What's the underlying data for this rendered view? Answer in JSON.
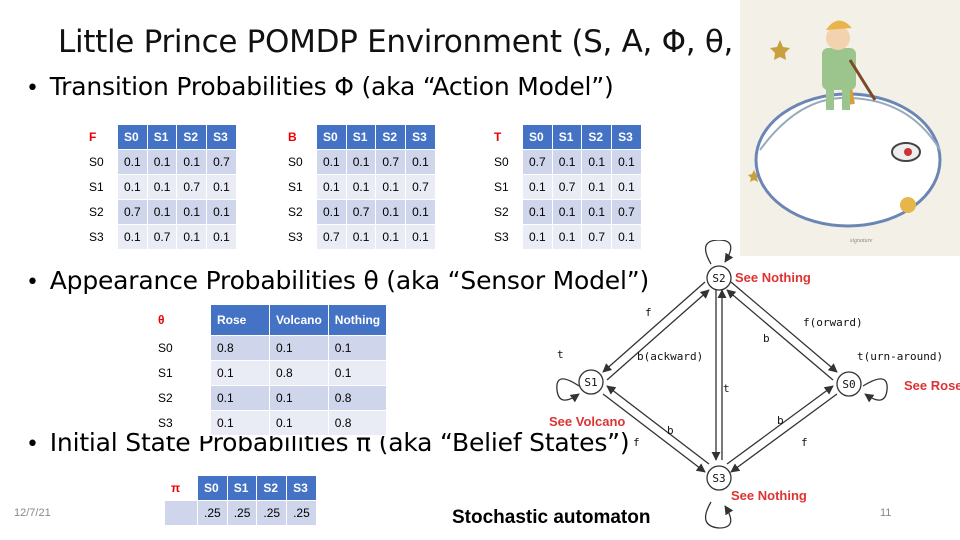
{
  "title": "Little Prince POMDP Environment (S, A, Φ, θ, π)",
  "bullets": {
    "transition": "Transition Probabilities Φ (aka “Action Model”)",
    "appearance": "Appearance Probabilities θ (aka “Sensor Model”)",
    "initial": "Initial State Probabilities π (aka “Belief States”)"
  },
  "tables": {
    "F": {
      "corner": "F",
      "cols": [
        "S0",
        "S1",
        "S2",
        "S3"
      ],
      "rows": [
        {
          "label": "S0",
          "vals": [
            "0.1",
            "0.1",
            "0.1",
            "0.7"
          ]
        },
        {
          "label": "S1",
          "vals": [
            "0.1",
            "0.1",
            "0.7",
            "0.1"
          ]
        },
        {
          "label": "S2",
          "vals": [
            "0.7",
            "0.1",
            "0.1",
            "0.1"
          ]
        },
        {
          "label": "S3",
          "vals": [
            "0.1",
            "0.7",
            "0.1",
            "0.1"
          ]
        }
      ]
    },
    "B": {
      "corner": "B",
      "cols": [
        "S0",
        "S1",
        "S2",
        "S3"
      ],
      "rows": [
        {
          "label": "S0",
          "vals": [
            "0.1",
            "0.1",
            "0.7",
            "0.1"
          ]
        },
        {
          "label": "S1",
          "vals": [
            "0.1",
            "0.1",
            "0.1",
            "0.7"
          ]
        },
        {
          "label": "S2",
          "vals": [
            "0.1",
            "0.7",
            "0.1",
            "0.1"
          ]
        },
        {
          "label": "S3",
          "vals": [
            "0.7",
            "0.1",
            "0.1",
            "0.1"
          ]
        }
      ]
    },
    "T": {
      "corner": "T",
      "cols": [
        "S0",
        "S1",
        "S2",
        "S3"
      ],
      "rows": [
        {
          "label": "S0",
          "vals": [
            "0.7",
            "0.1",
            "0.1",
            "0.1"
          ]
        },
        {
          "label": "S1",
          "vals": [
            "0.1",
            "0.7",
            "0.1",
            "0.1"
          ]
        },
        {
          "label": "S2",
          "vals": [
            "0.1",
            "0.1",
            "0.1",
            "0.7"
          ]
        },
        {
          "label": "S3",
          "vals": [
            "0.1",
            "0.1",
            "0.7",
            "0.1"
          ]
        }
      ]
    },
    "theta": {
      "corner": "θ",
      "cols": [
        "Rose",
        "Volcano",
        "Nothing"
      ],
      "rows": [
        {
          "label": "S0",
          "vals": [
            "0.8",
            "0.1",
            "0.1"
          ]
        },
        {
          "label": "S1",
          "vals": [
            "0.1",
            "0.8",
            "0.1"
          ]
        },
        {
          "label": "S2",
          "vals": [
            "0.1",
            "0.1",
            "0.8"
          ]
        },
        {
          "label": "S3",
          "vals": [
            "0.1",
            "0.1",
            "0.8"
          ]
        }
      ]
    },
    "pi": {
      "corner": "π",
      "cols": [
        "S0",
        "S1",
        "S2",
        "S3"
      ],
      "rows": [
        {
          "label": "",
          "vals": [
            ".25",
            ".25",
            ".25",
            ".25"
          ]
        }
      ]
    }
  },
  "diagram": {
    "states": [
      "S2",
      "S1",
      "S0",
      "S3"
    ],
    "observations": {
      "s2": "See Nothing",
      "s0": "See Rose",
      "s1": "See Volcano",
      "s3": "See Nothing"
    },
    "edge_labels": {
      "f_top_left": "f",
      "f_top_right": "f(orward)",
      "b_top_left": "b(ackward)",
      "b_top_right": "b",
      "t_left": "t",
      "t_right": "t(urn-around)",
      "t_center": "t",
      "f_bottom_left": "f",
      "b_bottom_left": "b",
      "b_bottom_right": "b",
      "f_bottom_right": "f"
    }
  },
  "caption": "Stochastic automaton",
  "footer": {
    "date": "12/7/21",
    "page": "11"
  },
  "colors": {
    "header": "#4472c4",
    "band_dark": "#cfd5ea",
    "band_light": "#e9ebf5",
    "corner_label": "#ee0000",
    "observation_text": "#dd3333"
  }
}
